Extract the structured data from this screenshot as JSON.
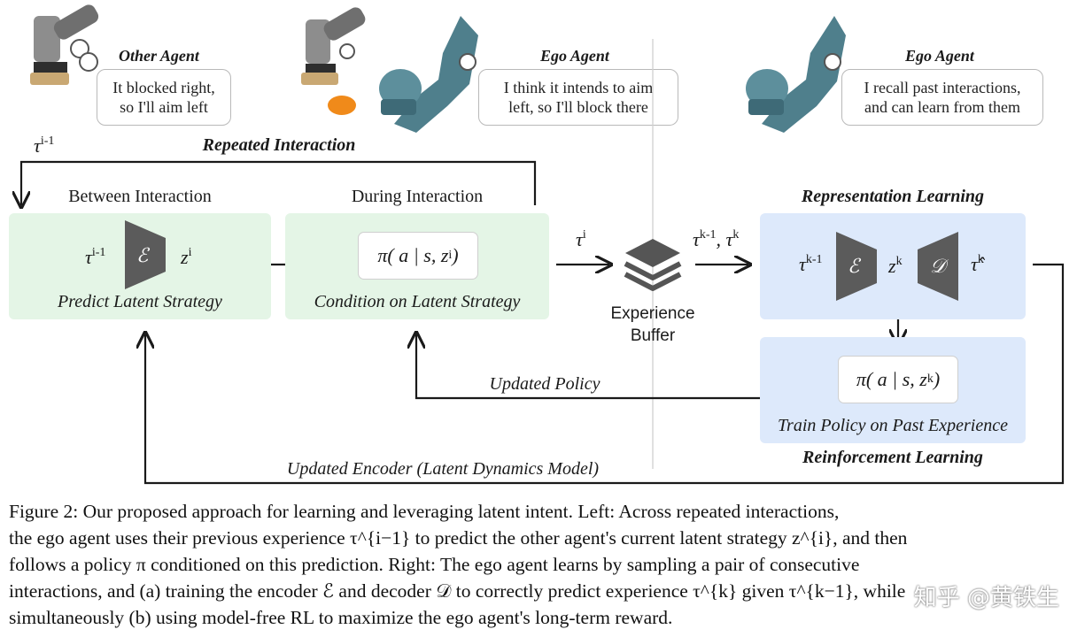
{
  "figure": {
    "top_left_bubble": {
      "agent_label": "Other Agent",
      "line1": "It blocked right,",
      "line2": "so I'll aim left"
    },
    "top_middle_bubble": {
      "agent_label": "Ego Agent",
      "line1": "I think it intends to aim",
      "line2": "left, so I'll block there"
    },
    "top_right_bubble": {
      "agent_label": "Ego Agent",
      "line1": "I recall past interactions,",
      "line2": "and can learn from them"
    },
    "repeated_interaction_label": "Repeated Interaction",
    "tau_prev_top": "τ",
    "tau_prev_top_sup": "i-1",
    "between": {
      "heading": "Between Interaction",
      "tau": "τ",
      "tau_sup": "i-1",
      "encoder_symbol": "ℰ",
      "z": "z",
      "z_sup": "i",
      "caption": "Predict Latent Strategy"
    },
    "during": {
      "heading": "During Interaction",
      "policy_prefix": "π( a | s, z",
      "policy_sup": "i",
      "policy_suffix": ")",
      "caption": "Condition on Latent Strategy"
    },
    "tau_to_buffer": "τ",
    "tau_to_buffer_sup": "i",
    "buffer_label_line1": "Experience",
    "buffer_label_line2": "Buffer",
    "buffer_out_label": "τ",
    "buffer_out_sup1": "k-1",
    "buffer_out_mid": ", τ",
    "buffer_out_sup2": "k",
    "representation": {
      "heading": "Representation Learning",
      "tau": "τ",
      "tau_sup": "k-1",
      "encoder_symbol": "ℰ",
      "z": "z",
      "z_sup": "k",
      "decoder_symbol": "𝒟",
      "tau_hat": "τ̂",
      "tau_hat_sup": "k"
    },
    "rl": {
      "policy_prefix": "π( a | s, z",
      "policy_sup": "k",
      "policy_suffix": ")",
      "caption": "Train Policy on Past Experience",
      "heading": "Reinforcement Learning"
    },
    "updated_policy": "Updated Policy",
    "updated_encoder": "Updated Encoder (Latent Dynamics Model)",
    "colors": {
      "green_panel": "#e4f5e6",
      "blue_panel": "#dde9fb",
      "encoder_gray": "#5b5b5b",
      "robot_teal": "#4f7f8c",
      "puck_orange": "#f08a1a"
    }
  },
  "caption": {
    "line1": "Figure 2: Our proposed approach for learning and leveraging latent intent. Left: Across repeated interactions,",
    "line2": "the ego agent uses their previous experience τ^{i−1} to predict the other agent's current latent strategy z^{i}, and then",
    "line3": "follows a policy π conditioned on this prediction. Right: The ego agent learns by sampling a pair of consecutive",
    "line4": "interactions, and (a) training the encoder ℰ and decoder 𝒟 to correctly predict experience τ^{k} given τ^{k−1}, while",
    "line5": "simultaneously (b) using model-free RL to maximize the ego agent's long-term reward."
  },
  "watermark": "知乎 @黄铁生"
}
